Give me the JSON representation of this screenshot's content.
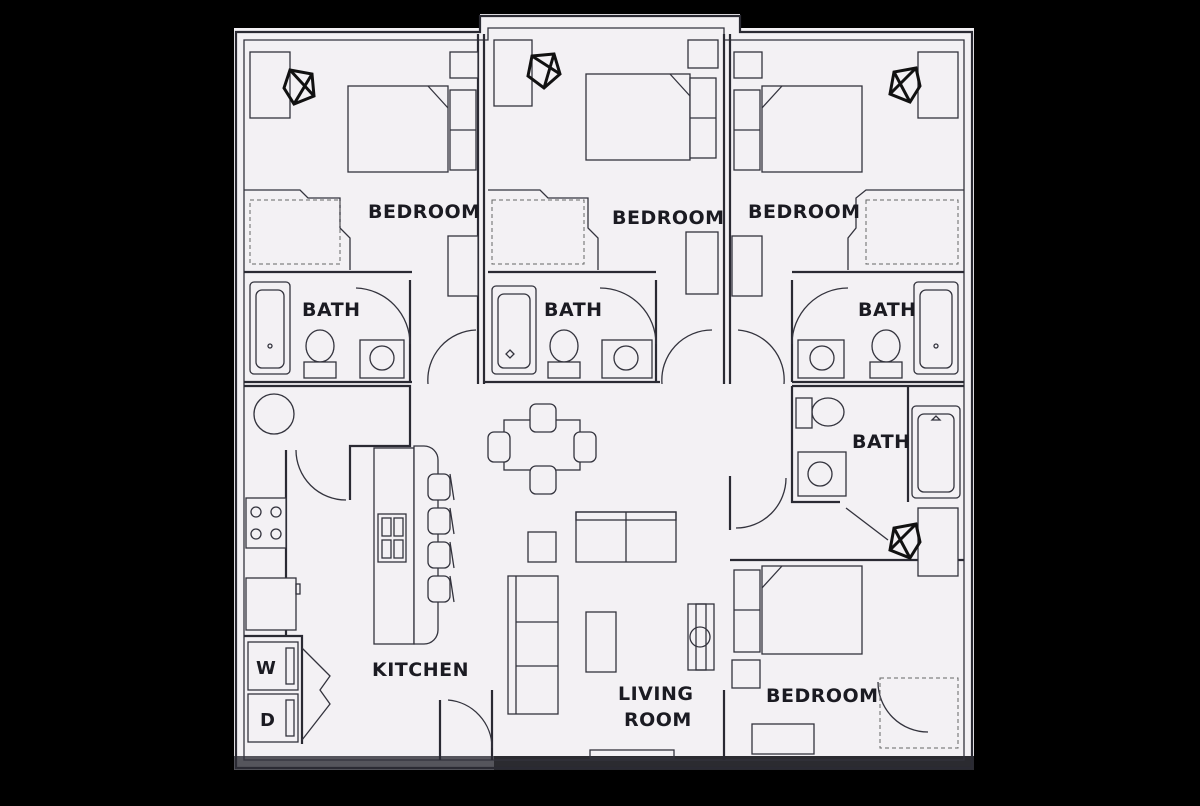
{
  "rooms": {
    "bedroom_1": "BEDROOM",
    "bedroom_2": "BEDROOM",
    "bedroom_3": "BEDROOM",
    "bedroom_4": "BEDROOM",
    "bath_1": "BATH",
    "bath_2": "BATH",
    "bath_3": "BATH",
    "bath_4": "BATH",
    "kitchen": "KITCHEN",
    "living_room_line1": "LIVING",
    "living_room_line2": "ROOM"
  },
  "appliances": {
    "washer": "W",
    "dryer": "D"
  },
  "colors": {
    "background": "#000000",
    "floor": "#f3f1f4",
    "lines": "#2a2a33"
  }
}
